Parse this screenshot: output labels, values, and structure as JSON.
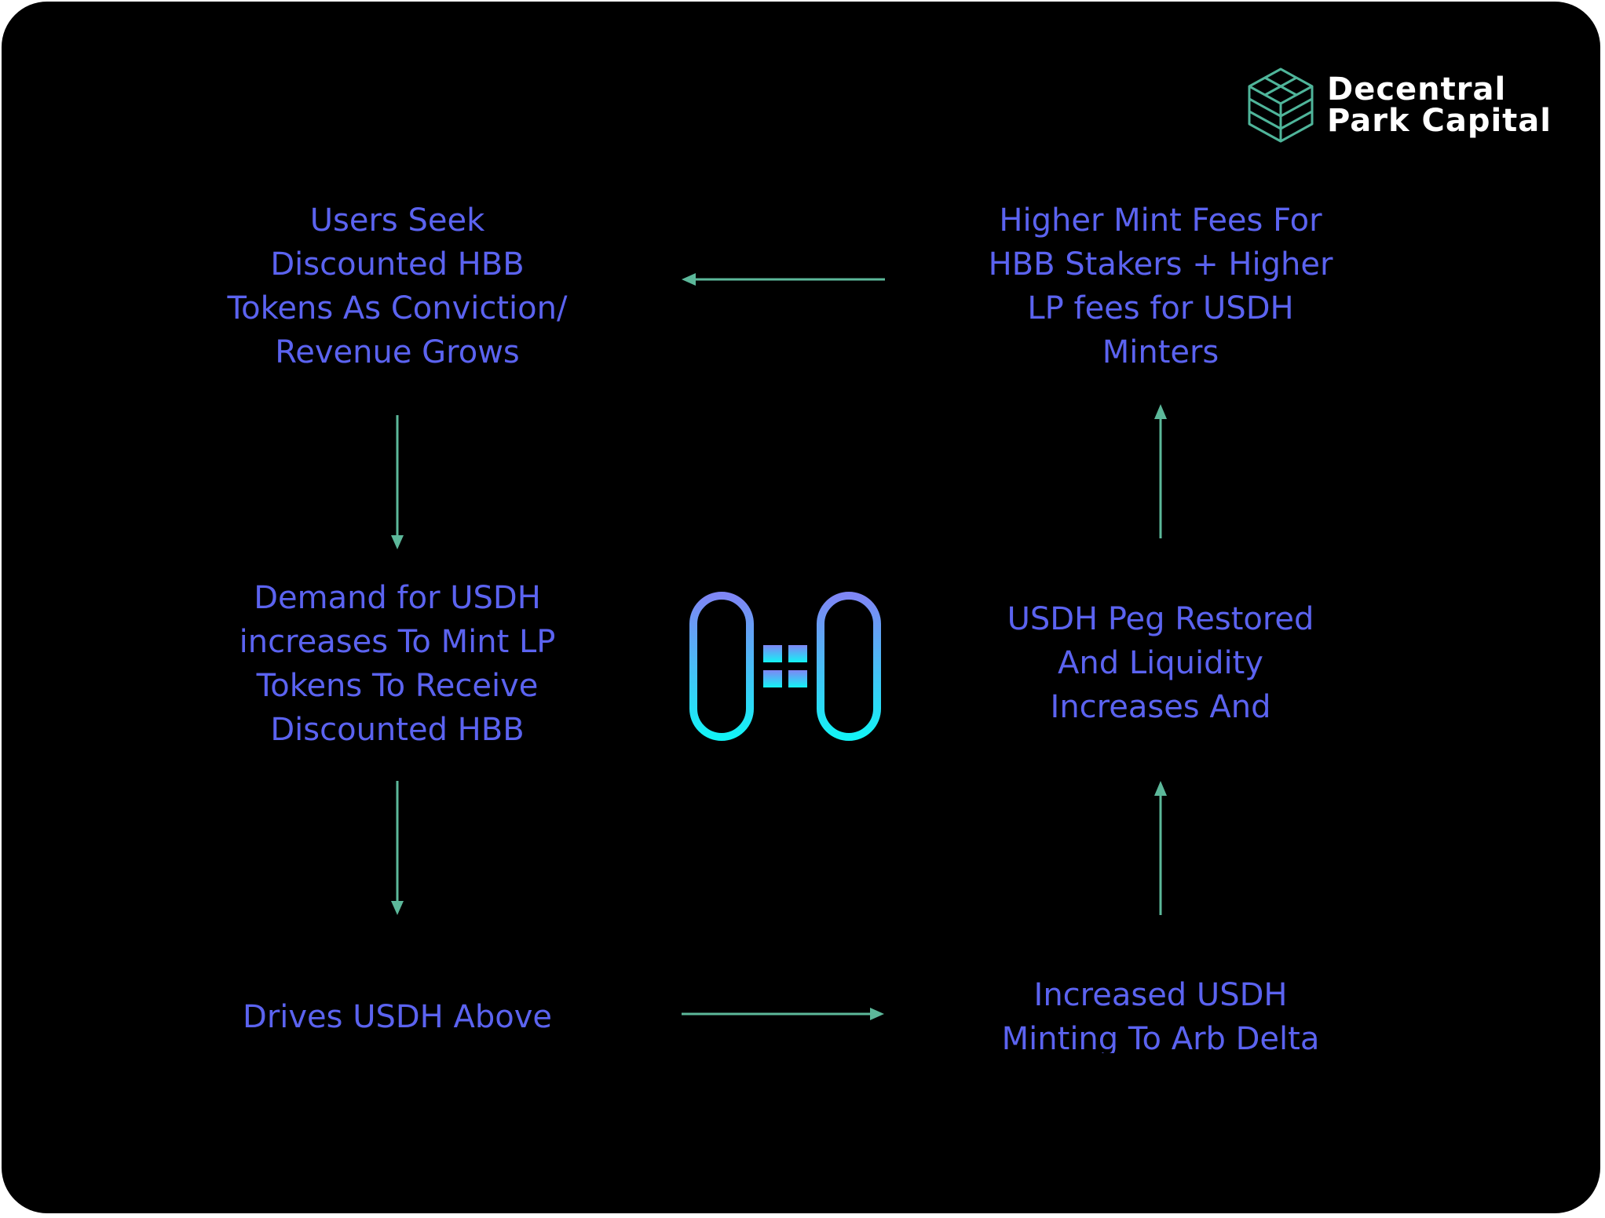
{
  "brand": {
    "line1": "Decentral",
    "line2": "Park Capital",
    "logo_icon": "isometric-cube-logo",
    "color": "#ffffff",
    "logo_color": "#4fb59a"
  },
  "colors": {
    "text": "#5b63f0",
    "arrow": "#5cb89a",
    "background": "#000000",
    "icon_gradient_top": "#7f86f5",
    "icon_gradient_bottom": "#13f3f6"
  },
  "center_icon": "hubble-protocol-icon",
  "nodes": {
    "users_seek": [
      "Users Seek",
      "Discounted HBB",
      "Tokens As Conviction/",
      "Revenue Grows"
    ],
    "higher_fees": [
      "Higher Mint Fees For",
      "HBB Stakers + Higher",
      "LP fees for USDH",
      "Minters"
    ],
    "demand": [
      "Demand for USDH",
      "increases To Mint LP",
      "Tokens To Receive",
      "Discounted HBB"
    ],
    "peg_restored": [
      "USDH Peg Restored",
      "And Liquidity",
      "Increases And"
    ],
    "drives_above": [
      "Drives USDH Above"
    ],
    "increased_minting": [
      "Increased USDH",
      "Minting To Arb Delta"
    ]
  }
}
